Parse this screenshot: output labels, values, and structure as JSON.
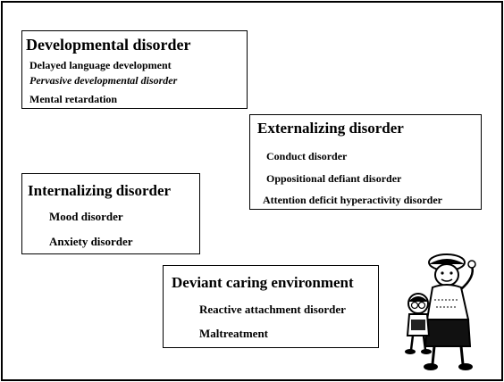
{
  "developmental": {
    "title": "Developmental disorder",
    "items": [
      "Delayed language development",
      "Pervasive developmental disorder",
      "Mental retardation"
    ]
  },
  "externalizing": {
    "title": "Externalizing disorder",
    "items": [
      "Conduct disorder",
      "Oppositional defiant disorder",
      "Attention deficit hyperactivity disorder"
    ]
  },
  "internalizing": {
    "title": "Internalizing disorder",
    "items": [
      "Mood disorder",
      "Anxiety disorder"
    ]
  },
  "caring_environment": {
    "title": "Deviant caring environment",
    "items": [
      "Reactive attachment disorder",
      "Maltreatment"
    ]
  },
  "illustration": "cartoon-family-figure"
}
